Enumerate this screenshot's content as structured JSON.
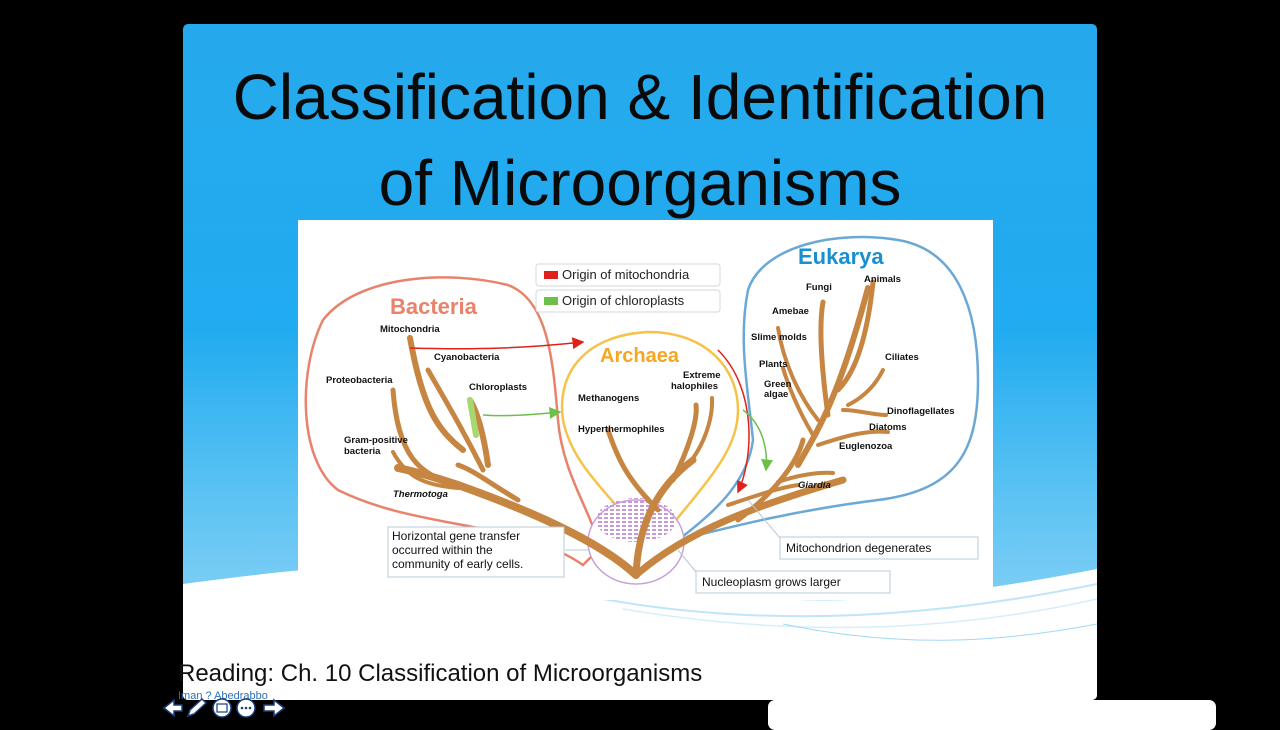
{
  "slide": {
    "title_line1": "Classification & Identification",
    "title_line2": "of Microorganisms",
    "reading": "Reading: Ch. 10 Classification of Microorganisms",
    "author": "Iman ? Abedrabbo"
  },
  "diagram": {
    "legend": {
      "mitochondria": "Origin of mitochondria",
      "chloroplasts": "Origin of chloroplasts"
    },
    "domains": {
      "bacteria": "Bacteria",
      "archaea": "Archaea",
      "eukarya": "Eukarya"
    },
    "bacteria_labels": {
      "mitochondria": "Mitochondria",
      "cyanobacteria": "Cyanobacteria",
      "proteobacteria": "Proteobacteria",
      "chloroplasts": "Chloroplasts",
      "gram1": "Gram-positive",
      "gram2": "bacteria",
      "thermotoga": "Thermotoga"
    },
    "archaea_labels": {
      "extreme1": "Extreme",
      "extreme2": "halophiles",
      "methanogens": "Methanogens",
      "hyper": "Hyperthermophiles"
    },
    "eukarya_labels": {
      "fungi": "Fungi",
      "animals": "Animals",
      "amebae": "Amebae",
      "slime": "Slime molds",
      "plants": "Plants",
      "ciliates": "Ciliates",
      "green1": "Green",
      "green2": "algae",
      "dino": "Dinoflagellates",
      "diatoms": "Diatoms",
      "eugleno": "Euglenozoa",
      "giardia": "Giardia"
    },
    "callouts": {
      "hgt1": "Horizontal gene transfer",
      "hgt2": "occurred within the",
      "hgt3": "community of early cells.",
      "mito_degen": "Mitochondrion degenerates",
      "nucleo": "Nucleoplasm grows larger"
    },
    "colors": {
      "bacteria": "#e8826b",
      "archaea": "#f5a623",
      "eukarya": "#1a8fd0",
      "branch": "#c68642",
      "mito_arrow": "#e0201a",
      "chloro_arrow": "#6cc04a"
    }
  }
}
